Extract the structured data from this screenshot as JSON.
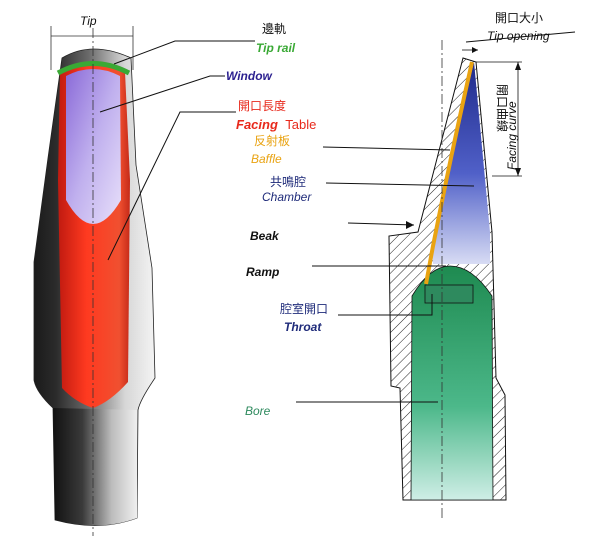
{
  "labels": {
    "tip": "Tip",
    "tip_rail_zh": "邊軌",
    "tip_rail_en": "Tip rail",
    "window_en": "Window",
    "facing_zh": "開口長度",
    "facing_en_colored": "Facing",
    "facing_en_table": "Table",
    "baffle_zh": "反射板",
    "baffle_en": "Baffle",
    "chamber_zh": "共鳴腔",
    "chamber_en": "Chamber",
    "beak_en": "Beak",
    "ramp_en": "Ramp",
    "throat_zh": "腔室開口",
    "throat_en": "Throat",
    "bore_en": "Bore",
    "tip_opening_zh": "開口大小",
    "tip_opening_en": "Tip opening",
    "facing_curve_zh": "開口曲線",
    "facing_curve_en": "Facing curve"
  },
  "colors": {
    "tip_rail": "#3aa935",
    "window": "#2a1f8f",
    "facing": "#e8291c",
    "baffle": "#e9a312",
    "chamber": "#1f2b7a",
    "bore": "#2e8a5e",
    "ink": "#111111"
  }
}
